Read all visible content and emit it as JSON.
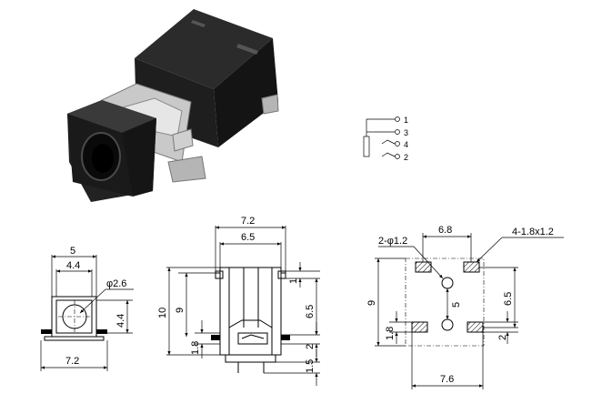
{
  "schematic": {
    "pins": [
      "1",
      "3",
      "4",
      "2"
    ]
  },
  "front_view": {
    "width_outer": "5",
    "width_inner": "4.4",
    "hole_diameter": "φ2.6",
    "height_inner": "4.4",
    "pad_span": "7.2"
  },
  "side_view": {
    "length_total": "7.2",
    "length_body": "6.5",
    "height_total": "10",
    "height_body": "9",
    "offset_top": "1",
    "pad_pitch": "6.5",
    "pad_offset": "1.8",
    "pad_width": "2",
    "tail": "1.5"
  },
  "footprint": {
    "hole_spec": "2-φ1.2",
    "pad_spec": "4-1.8x1.2",
    "pad_pitch_x": "6.8",
    "hole_pitch": "5",
    "pad_pitch_y": "6.5",
    "overall_y": "9",
    "pad_height": "1.8",
    "pad_width": "2",
    "overall_x": "7.6"
  }
}
